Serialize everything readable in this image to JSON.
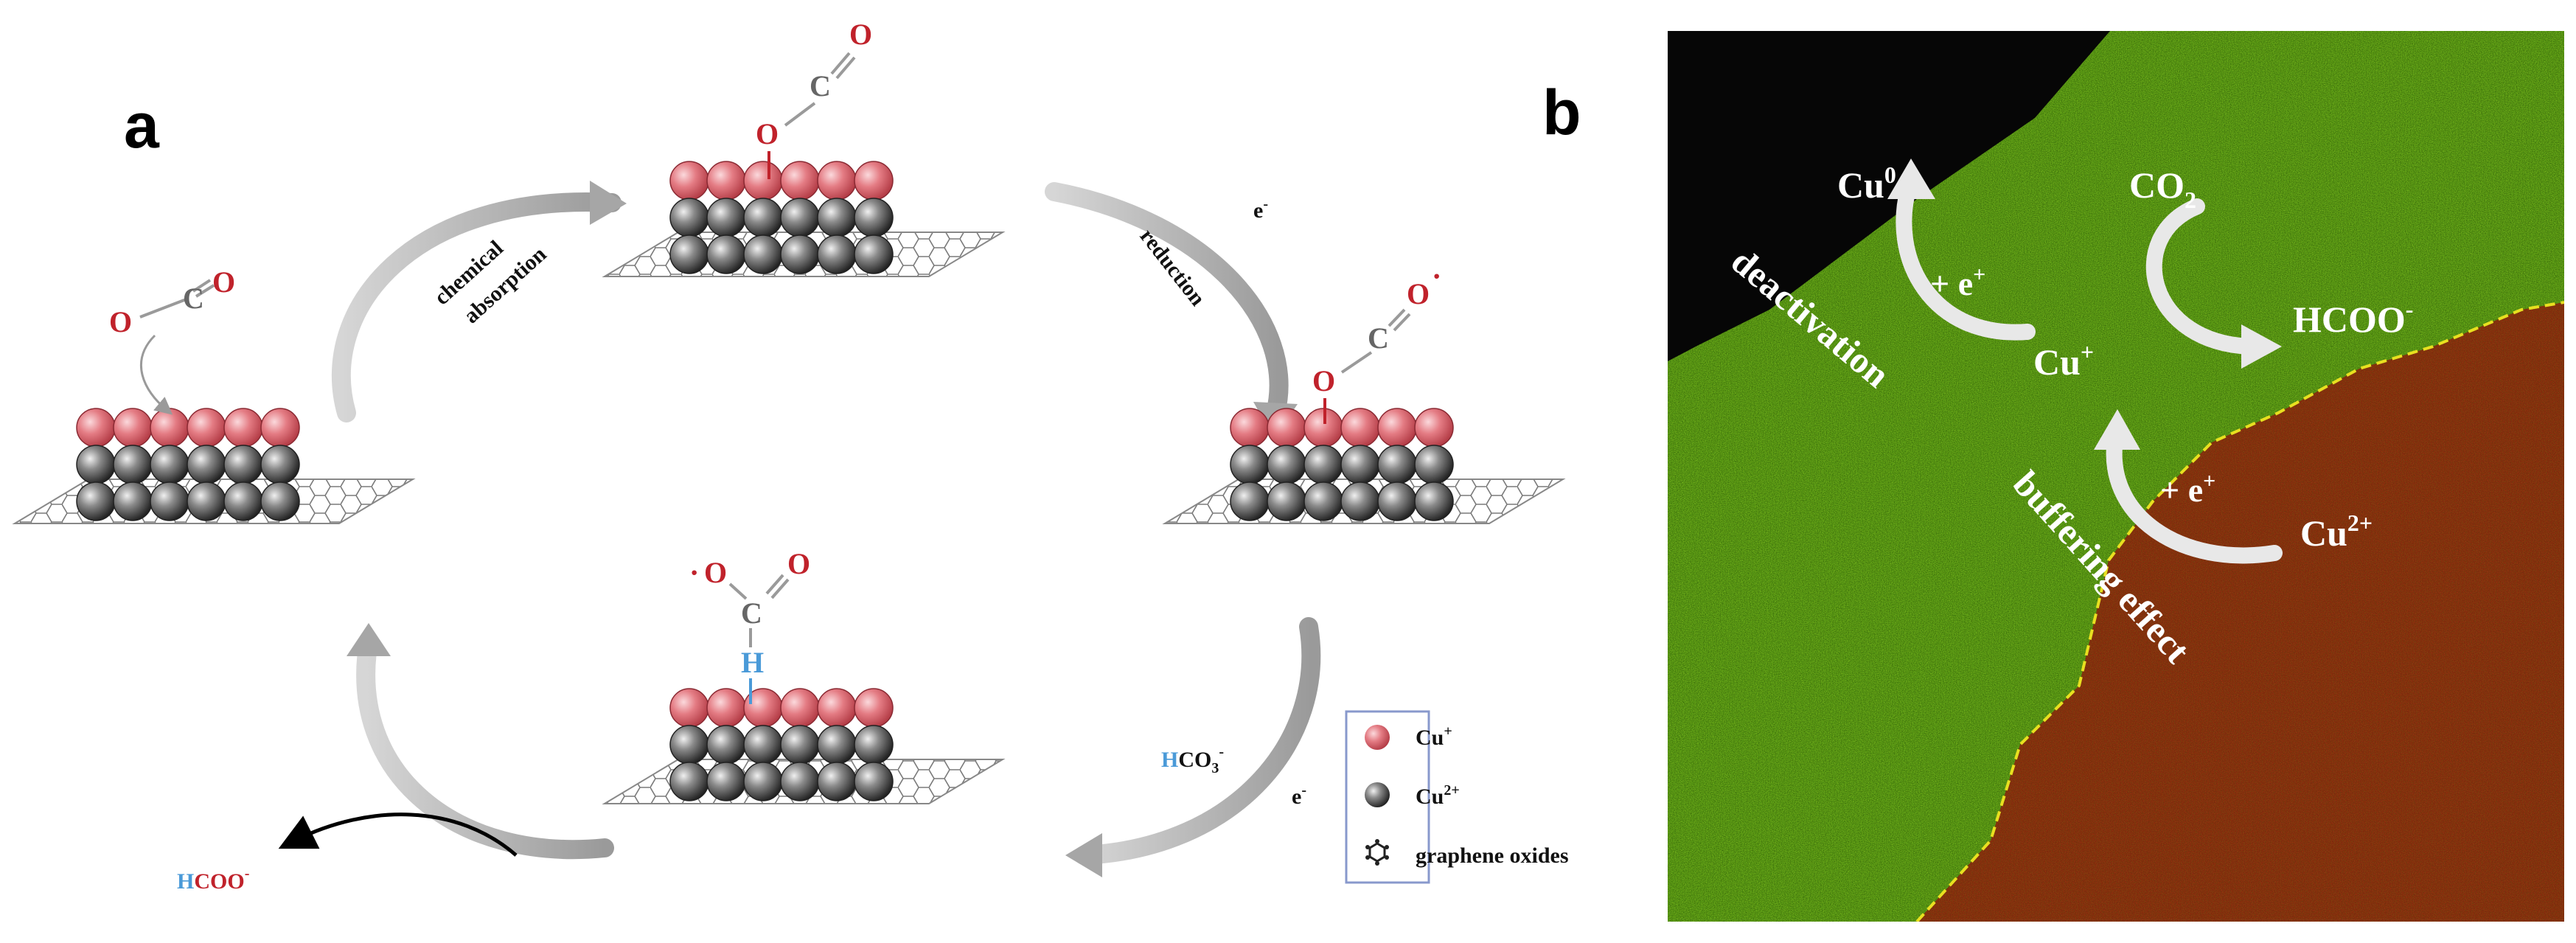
{
  "panel_a": {
    "letter": "a",
    "labels": {
      "chemical": "chemical",
      "absorption": "absorption",
      "reduction": "reduction",
      "electron_1": "e",
      "electron_1_sup": "-",
      "electron_2": "e",
      "electron_2_sup": "-",
      "hco3_h": "H",
      "hco3_rest": "CO",
      "hco3_sub": "3",
      "hco3_sup": "-",
      "hcoo_h": "H",
      "hcoo_rest": "COO",
      "hcoo_sup": "-"
    },
    "atoms": {
      "o": "O",
      "c": "C",
      "h": "H",
      "radical_dot": "·"
    },
    "legend": {
      "cu_plus": "Cu",
      "cu_plus_sup": "+",
      "cu_2plus": "Cu",
      "cu_2plus_sup": "2+",
      "graphene": "graphene oxides"
    },
    "colors": {
      "cu_plus": "#e27880",
      "cu_2plus": "#3a3a3a",
      "oxygen": "#c0222b",
      "carbon": "#666666",
      "hydrogen": "#4a9ad8",
      "arrow": "#b0b0b0",
      "legend_border": "#8899cc"
    }
  },
  "panel_b": {
    "letter": "b",
    "labels": {
      "cu0": "Cu",
      "cu0_sup": "0",
      "plus_e_top": "+ e",
      "plus_e_top_sup": "+",
      "co2": "CO",
      "co2_sub": "2",
      "hcoo": "HCOO",
      "hcoo_sup": "-",
      "cu_plus": "Cu",
      "cu_plus_sup": "+",
      "plus_e_bottom": "+ e",
      "plus_e_bottom_sup": "+",
      "cu2plus": "Cu",
      "cu2plus_sup": "2+",
      "deactivation": "deactivation",
      "buffering": "buffering effect"
    },
    "colors": {
      "green_region": "#4f8f12",
      "red_region": "#7a2a0e",
      "black_region": "#060606",
      "boundary": "#e8e020",
      "text": "#ffffff"
    }
  }
}
